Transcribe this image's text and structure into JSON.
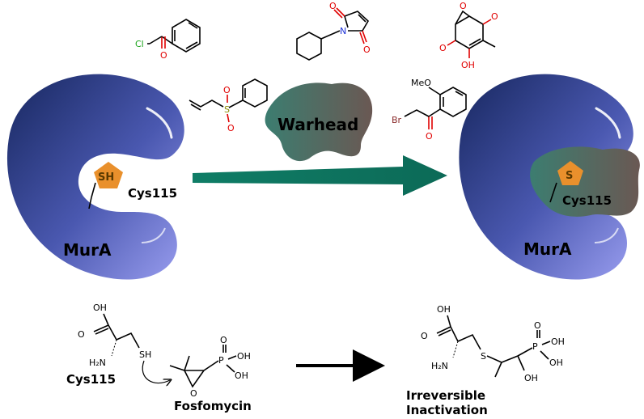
{
  "labels": {
    "warhead": "Warhead",
    "cys_left": "Cys115",
    "cys_right": "Cys115",
    "sh": "SH",
    "s": "S",
    "mura_left": "MurA",
    "mura_right": "MurA",
    "cys_bottom": "Cys115",
    "fosfomycin": "Fosfomycin",
    "irreversible_1": "Irreversible",
    "irreversible_2": "Inactivation"
  },
  "molecule_atoms": {
    "cl": "Cl",
    "o": "O",
    "n": "N",
    "oh": "OH",
    "s": "S",
    "meo": "MeO",
    "br": "Br",
    "h2n": "H₂N",
    "sh": "SH",
    "p": "P",
    "h2n_right": "H₂N"
  },
  "colors": {
    "protein_dark": "#1f2e6e",
    "protein_light": "#8a8ee0",
    "arrow_teal": "#0e7a64",
    "warhead_left": "#3f7a6f",
    "warhead_right": "#6a5a55",
    "pentagon": "#e9902c"
  }
}
